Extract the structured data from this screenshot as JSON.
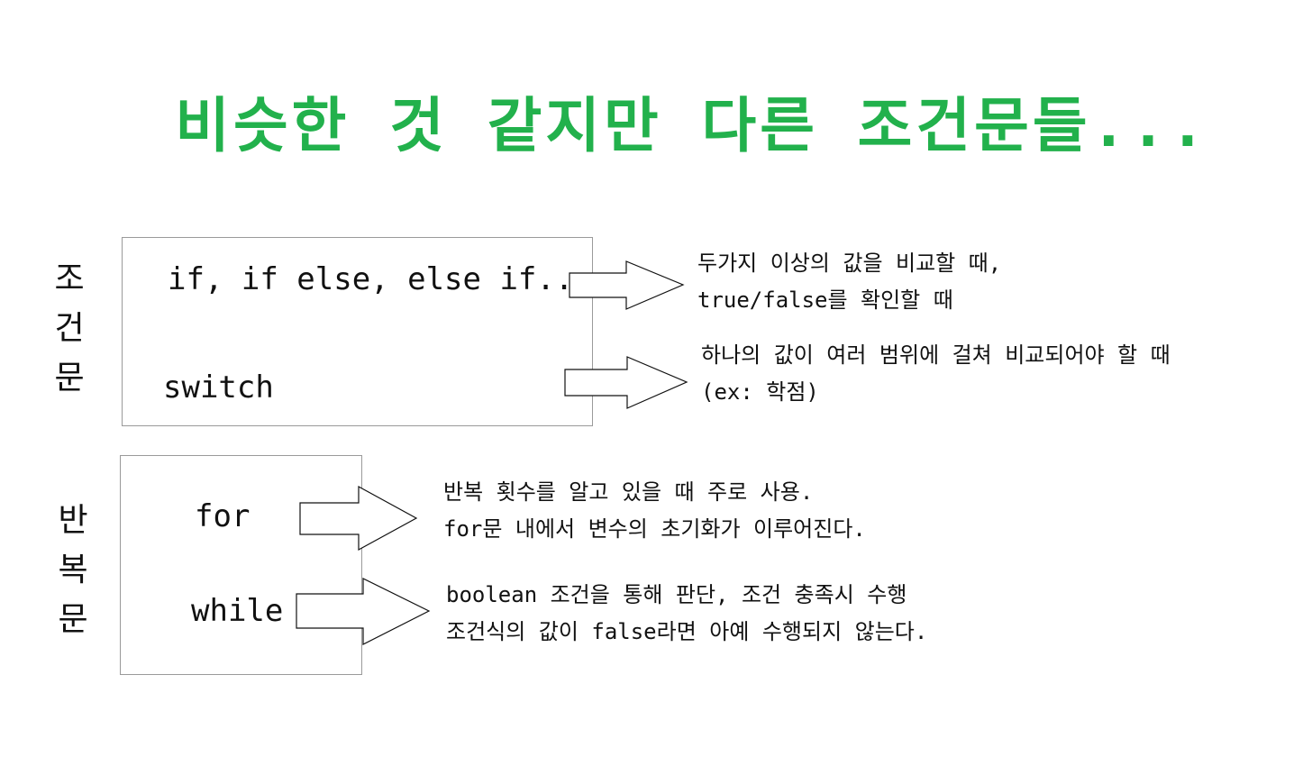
{
  "title": "비슷한 것 같지만 다른 조건문들...",
  "conditional": {
    "label_chars": [
      "조",
      "건",
      "문"
    ],
    "items": [
      {
        "keyword": "if, if else, else if...",
        "description": [
          "두가지 이상의 값을 비교할 때,",
          "true/false를 확인할 때"
        ]
      },
      {
        "keyword": "switch",
        "description": [
          "하나의 값이 여러 범위에 걸쳐 비교되어야 할 때",
          "(ex: 학점)"
        ]
      }
    ]
  },
  "loop": {
    "label_chars": [
      "반",
      "복",
      "문"
    ],
    "items": [
      {
        "keyword": "for",
        "description": [
          "반복 횟수를 알고 있을 때 주로 사용.",
          "for문 내에서 변수의 초기화가 이루어진다."
        ]
      },
      {
        "keyword": "while",
        "description": [
          "boolean 조건을 통해 판단, 조건 충족시 수행",
          "조건식의 값이 false라면 아예 수행되지 않는다."
        ]
      }
    ]
  },
  "colors": {
    "title": "#22b14c",
    "text": "#111111",
    "box_border": "#9a9a9a"
  }
}
